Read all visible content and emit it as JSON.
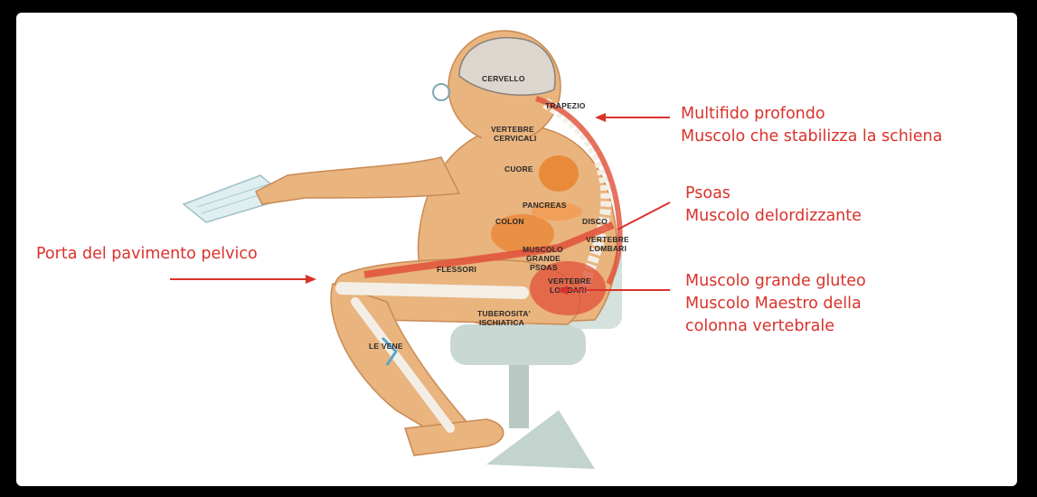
{
  "annotations": {
    "multifido": [
      "Multifido profondo",
      "Muscolo che stabilizza la schiena"
    ],
    "psoas": [
      "Psoas",
      "Muscolo delordizzante"
    ],
    "pelvic": [
      "Porta del pavimento pelvico"
    ],
    "gluteo": [
      "Muscolo grande gluteo",
      "Muscolo Maestro della",
      "colonna vertebrale"
    ]
  },
  "figure_labels": {
    "cervello": "CERVELLO",
    "trapezio": "TRAPEZIO",
    "vertebre_cervicali_1": "VERTEBRE",
    "vertebre_cervicali_2": "CERVICALI",
    "cuore": "CUORE",
    "pancreas": "PANCREAS",
    "colon": "COLON",
    "disco": "DISCO",
    "vertebre_lombari_1": "VERTEBRE",
    "vertebre_lombari_2": "LOMBARI",
    "muscolo_1": "MUSCOLO",
    "muscolo_2": "GRANDE",
    "muscolo_3": "PSOAS",
    "flessori": "FLESSORI",
    "vertebre_lombari_b1": "VERTEBRE",
    "vertebre_lombari_b2": "LOMBARI",
    "tuberosita_1": "TUBEROSITA'",
    "tuberosita_2": "ISCHIATICA",
    "le_vene": "LE VENE"
  },
  "colors": {
    "annotation_red": "#d9322b",
    "skin": "#e9b47e",
    "organ": "#e98a3a",
    "muscle": "#e0503a",
    "bone": "#f4efe6",
    "chair": "#c9d8d2"
  }
}
